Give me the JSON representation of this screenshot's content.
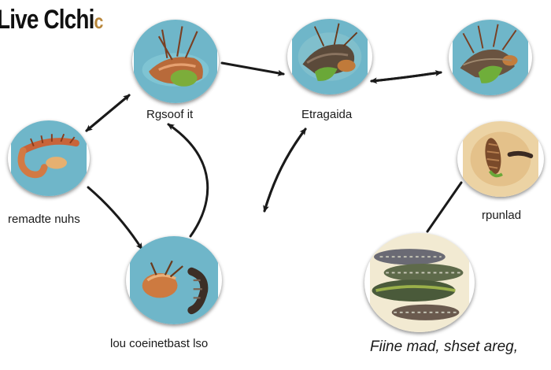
{
  "title": {
    "main": "Live Clchi",
    "tail": "c"
  },
  "stages": [
    {
      "id": "top-left",
      "label": "Rgsoof it",
      "icon": "shrimp-larva-icon"
    },
    {
      "id": "top-center",
      "label": "Etragaida",
      "icon": "adult-insect-icon"
    },
    {
      "id": "top-right",
      "icon": "adult-insect-cluster-icon"
    },
    {
      "id": "left",
      "label": "remadte nuhs",
      "icon": "curled-larva-icon"
    },
    {
      "id": "right",
      "label": "rpunlad",
      "icon": "pupa-icon"
    },
    {
      "id": "bottom-center",
      "label": "lou coeinetbast lso",
      "icon": "nymph-and-pupa-icon"
    },
    {
      "id": "bottom-right",
      "label": "Fiine mad, shset areg,",
      "icon": "larvae-group-icon"
    }
  ],
  "colors": {
    "circle_bg": "#6fb6c9",
    "arrow": "#1a1a1a",
    "right_bg": "#ecd3a4"
  }
}
